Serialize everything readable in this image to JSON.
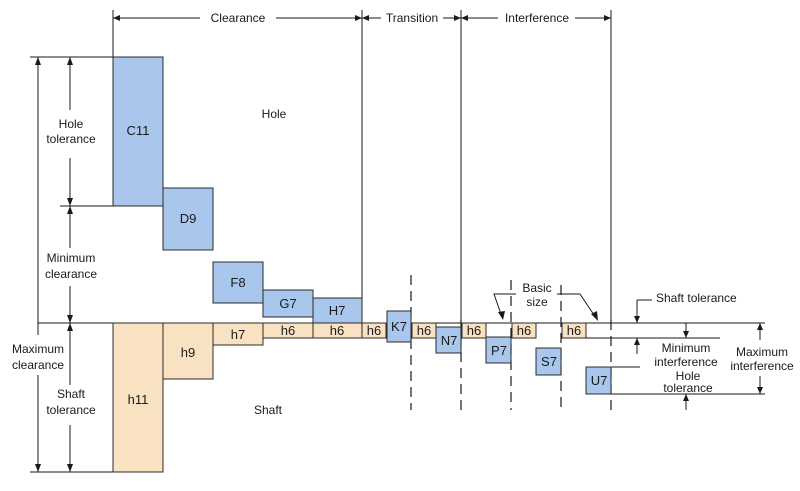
{
  "ranges": {
    "clearance": "Clearance",
    "transition": "Transition",
    "interference": "Interference"
  },
  "regions": {
    "hole": "Hole",
    "shaft": "Shaft"
  },
  "left_labels": {
    "hole_tolerance_1": "Hole",
    "hole_tolerance_2": "tolerance",
    "minimum_clearance_1": "Minimum",
    "minimum_clearance_2": "clearance",
    "maximum_clearance_1": "Maximum",
    "maximum_clearance_2": "clearance",
    "shaft_tolerance_1": "Shaft",
    "shaft_tolerance_2": "tolerance"
  },
  "right_labels": {
    "basic_size_1": "Basic",
    "basic_size_2": "size",
    "shaft_tolerance": "Shaft tolerance",
    "minimum_interference_1": "Minimum",
    "minimum_interference_2": "interference",
    "hole_tolerance_1": "Hole",
    "hole_tolerance_2": "tolerance",
    "maximum_interference_1": "Maximum",
    "maximum_interference_2": "interference"
  },
  "hole_zones": [
    "C11",
    "D9",
    "F8",
    "G7",
    "H7",
    "K7",
    "N7",
    "P7",
    "S7",
    "U7"
  ],
  "shaft_zones": [
    "h11",
    "h9",
    "h7",
    "h6",
    "h6",
    "h6",
    "h6",
    "h6",
    "h6",
    "h6"
  ],
  "colors": {
    "hole_fill": "#a9c6ec",
    "shaft_fill": "#f9e2c2",
    "line": "#1a1a1a"
  }
}
